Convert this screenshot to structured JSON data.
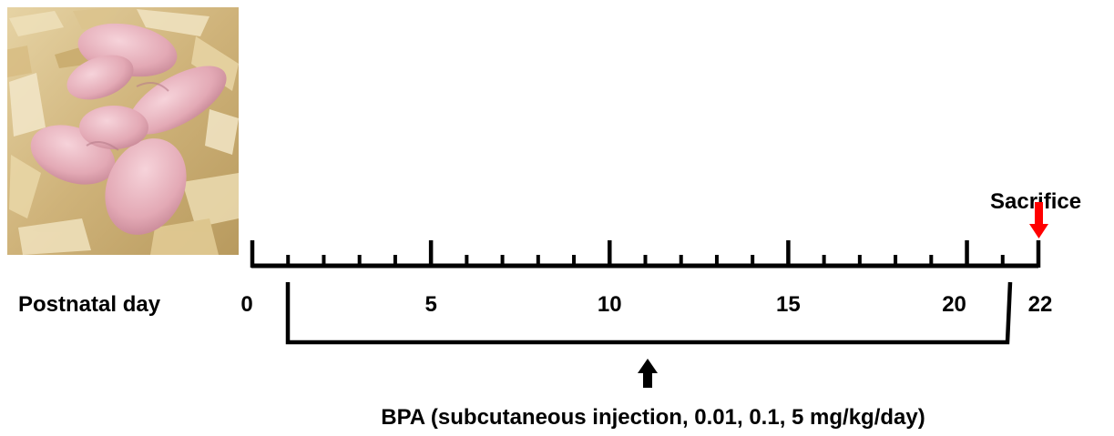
{
  "photo": {
    "subject": "neonatal-mouse-pups-photo",
    "colors": {
      "bedding": "#d9c08a",
      "pup": "#e9b6c0",
      "shadow": "#6b5a3a"
    }
  },
  "timeline": {
    "axis_label": "Postnatal day",
    "day_start": 0,
    "day_end": 22,
    "major_ticks": [
      0,
      5,
      10,
      15,
      20,
      22
    ],
    "minor_tick_days": [
      1,
      2,
      3,
      4,
      6,
      7,
      8,
      9,
      11,
      12,
      13,
      14,
      16,
      17,
      18,
      19,
      21
    ],
    "tick_labels": [
      {
        "day": 0,
        "text": "0"
      },
      {
        "day": 5,
        "text": "5"
      },
      {
        "day": 10,
        "text": "10"
      },
      {
        "day": 15,
        "text": "15"
      },
      {
        "day": 20,
        "text": "20"
      },
      {
        "day": 22,
        "text": "22"
      }
    ]
  },
  "sacrifice": {
    "label": "Sacrifice",
    "day": 22,
    "arrow_color": "#ff0000"
  },
  "treatment": {
    "bracket_start_day": 1,
    "bracket_end_day": 21,
    "arrow_day": 11,
    "arrow_color": "#000000",
    "label": "BPA (subcutaneous injection, 0.01, 0.1, 5 mg/kg/day)"
  }
}
